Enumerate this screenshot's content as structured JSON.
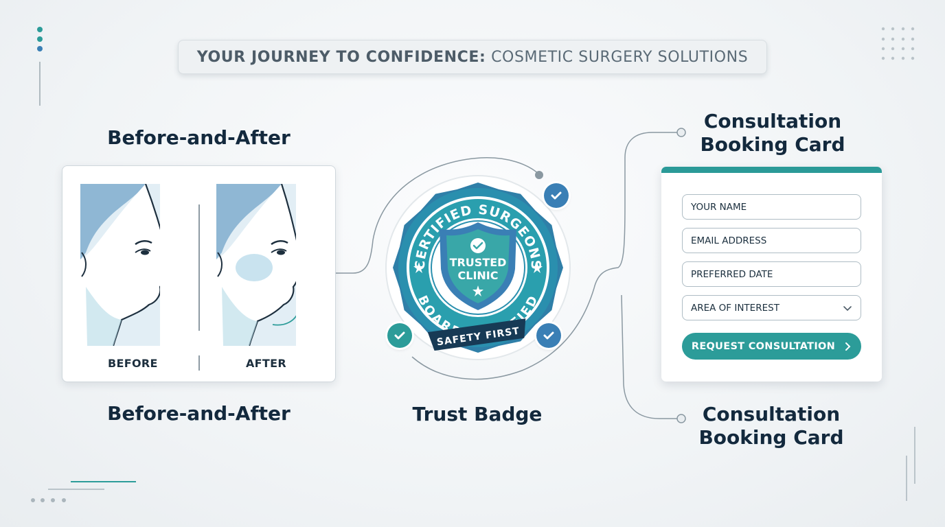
{
  "banner": {
    "title_bold": "YOUR JOURNEY TO CONFIDENCE:",
    "title_rest": "COSMETIC SURGERY SOLUTIONS"
  },
  "before_after": {
    "heading_top": "Before-and-After",
    "heading_bottom": "Before-and-After",
    "before_label": "BEFORE",
    "after_label": "AFTER"
  },
  "trust_badge": {
    "heading": "Trust Badge",
    "arc_top": "CERTIFIED SURGEONS",
    "arc_bottom": "BOARD CERTIFIED",
    "shield_line1": "TRUSTED",
    "shield_line2": "CLINIC",
    "ribbon": "SAFETY FIRST"
  },
  "booking": {
    "heading_top_line1": "Consultation",
    "heading_top_line2": "Booking Card",
    "heading_bottom_line1": "Consultation",
    "heading_bottom_line2": "Booking Card",
    "name_placeholder": "YOUR NAME",
    "email_placeholder": "EMAIL ADDRESS",
    "date_placeholder": "PREFERRED DATE",
    "interest_selected": "AREA OF INTEREST",
    "cta_label": "REQUEST CONSULTATION"
  },
  "colors": {
    "teal": "#2c9c99",
    "blue": "#3a7fb5",
    "navy": "#13293d"
  }
}
